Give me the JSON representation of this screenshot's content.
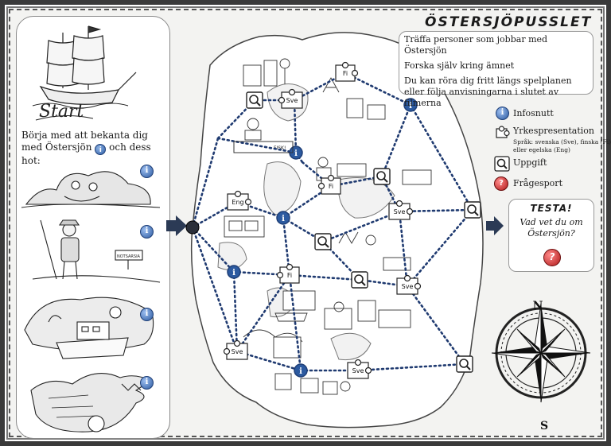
{
  "title": "ÖSTERSJÖPUSSLET",
  "instructions": {
    "line1": "Träffa personer som  jobbar med Östersjön",
    "line2": "Forska själv kring ämnet",
    "line3": "Du kan röra dig fritt längs spelplanen eller följa anvisningarna i slutet av filmerna"
  },
  "left_panel": {
    "start_label": "Start",
    "intro_part1": "Börja med att bekanta dig med Östersjön",
    "intro_part2": "och dess hot:",
    "sign_text": "NOTSARSIA"
  },
  "legend": {
    "info_label": "Infosnutt",
    "profession_label": "Yrkespresentation",
    "language_note": "Språk: svenska (Sve), finska (Fi) eller egelska (Eng)",
    "task_label": "Uppgift",
    "quiz_label": "Frågesport"
  },
  "testa": {
    "title": "TESTA!",
    "subtitle": "Vad vet du om Östersjön?",
    "quiz_symbol": "?"
  },
  "puzzle_labels": {
    "p1": "Fi",
    "p2": "Sve",
    "p3": "Eng",
    "p4": "Fi",
    "p5": "Sve",
    "p6": "Fi",
    "p7": "Sve",
    "p8": "Sve",
    "p9": "Sve"
  },
  "map_text": {
    "fish_sign": "FISK!"
  },
  "compass": {
    "north": "N",
    "south": "S"
  },
  "colors": {
    "info_blue": "#2c5aa0",
    "quiz_red": "#b01818",
    "path_dots": "#1f3a70",
    "arrow_navy": "#2b3a55"
  }
}
